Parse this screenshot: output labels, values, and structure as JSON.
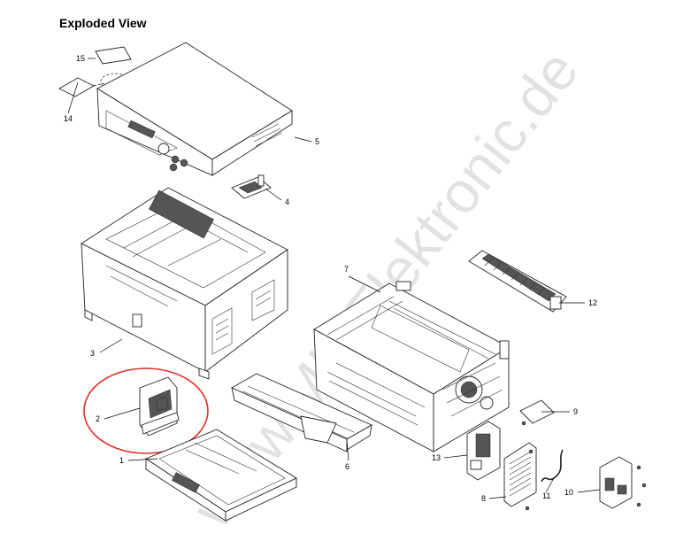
{
  "page": {
    "title": "Exploded View",
    "watermark": "www.MK-Elektronic.de",
    "highlight_color": "#e0302a",
    "watermark_color": "#000000"
  },
  "callouts": [
    {
      "id": "1",
      "label": "1"
    },
    {
      "id": "2",
      "label": "2"
    },
    {
      "id": "3",
      "label": "3"
    },
    {
      "id": "4",
      "label": "4"
    },
    {
      "id": "5",
      "label": "5"
    },
    {
      "id": "6",
      "label": "6"
    },
    {
      "id": "7",
      "label": "7"
    },
    {
      "id": "8",
      "label": "8"
    },
    {
      "id": "9",
      "label": "9"
    },
    {
      "id": "10",
      "label": "10"
    },
    {
      "id": "11",
      "label": "11"
    },
    {
      "id": "12",
      "label": "12"
    },
    {
      "id": "13",
      "label": "13"
    },
    {
      "id": "14",
      "label": "14"
    },
    {
      "id": "15",
      "label": "15"
    }
  ]
}
